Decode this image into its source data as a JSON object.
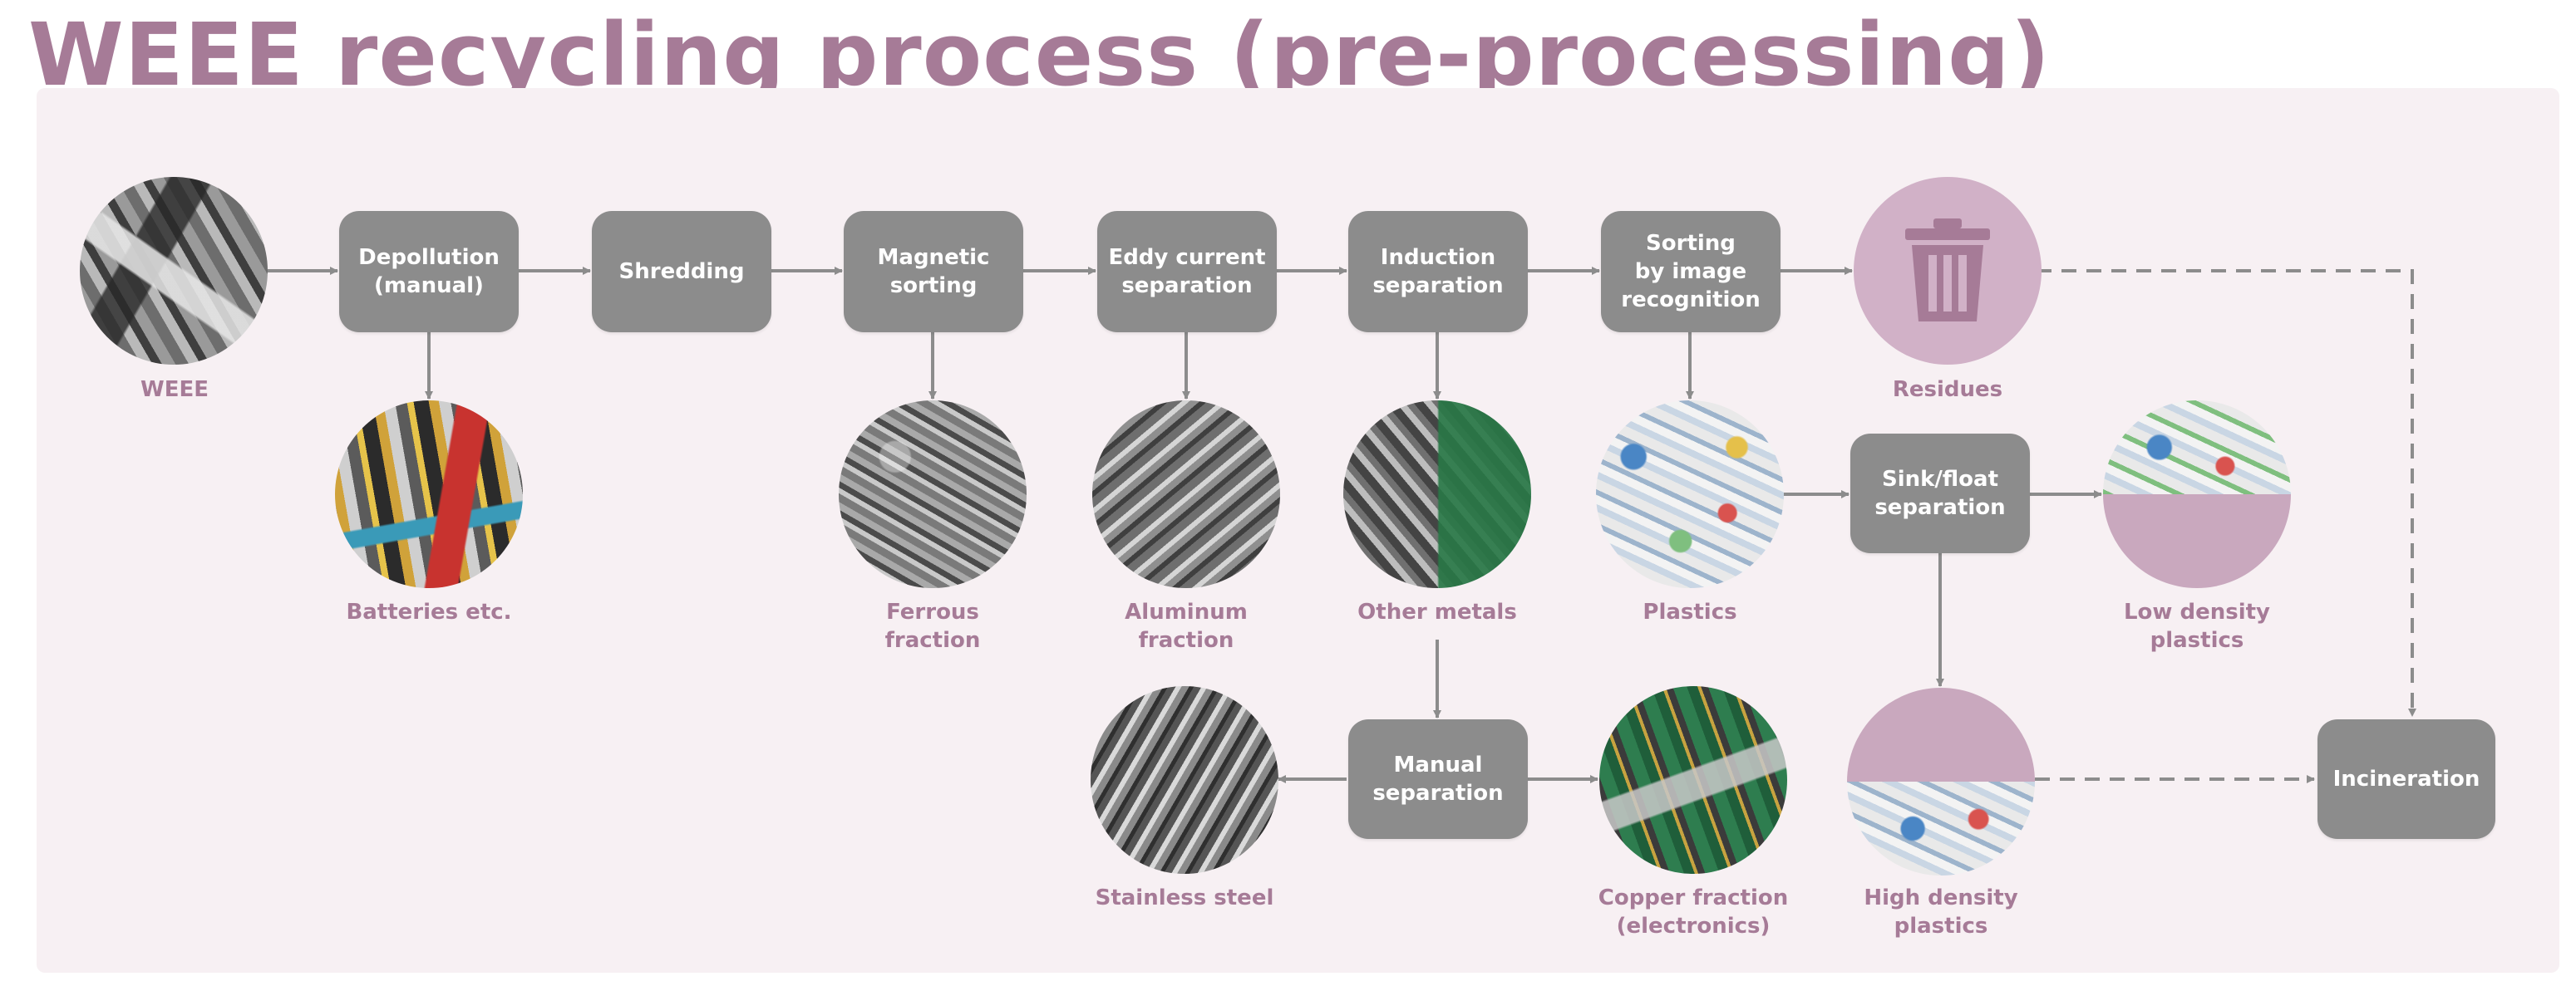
{
  "title": "WEEE recycling process (pre-processing)",
  "colors": {
    "title": "#a67b97",
    "panel": "#f7f0f3",
    "process_box": "#8c8c8c",
    "process_text": "#ffffff",
    "arrow": "#8c8c8c",
    "label": "#a67b97",
    "highlight_circle": "#d1b1c7"
  },
  "process_steps": {
    "depollution": "Depollution\n(manual)",
    "shredding": "Shredding",
    "magnetic": "Magnetic\nsorting",
    "eddy": "Eddy current\nseparation",
    "induction": "Induction\nseparation",
    "image": "Sorting\nby image\nrecognition",
    "sinkfloat": "Sink/float\nseparation",
    "manual": "Manual\nseparation",
    "incineration": "Incineration"
  },
  "materials": {
    "weee": "WEEE",
    "batteries": "Batteries etc.",
    "ferrous": "Ferrous\nfraction",
    "aluminum": "Aluminum\nfraction",
    "other_metals": "Other metals",
    "plastics": "Plastics",
    "residues": "Residues",
    "low_density": "Low density\nplastics",
    "stainless": "Stainless steel",
    "copper": "Copper fraction\n(electronics)",
    "high_density": "High density\nplastics"
  },
  "icons": {
    "residues": "trash-can-icon"
  }
}
